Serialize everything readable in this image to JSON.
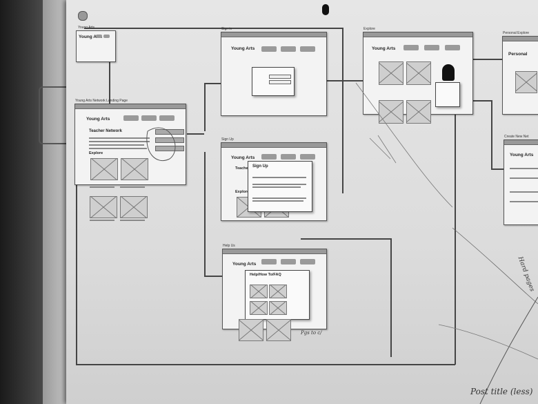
{
  "photo": {
    "subject": "Paper wireflow sketches pinned to a whiteboard",
    "colors": {
      "poster": "#e2e2e2",
      "ink": "#333333",
      "wall": "#1f1f1f"
    }
  },
  "screens": {
    "landing": {
      "caption": "Young Arts Network Landing Page",
      "logo": "Young Arts",
      "heading": "Teacher Network",
      "section": "Explore"
    },
    "signin": {
      "caption": "Sign in",
      "logo": "Young Arts"
    },
    "signup": {
      "caption": "Sign Up",
      "logo": "Young Arts",
      "heading": "Teacher",
      "section": "Explore",
      "dialog_title": "Sign Up"
    },
    "help": {
      "caption": "Help Us",
      "logo": "Young Arts",
      "dialog_title": "Help/How To/FAQ"
    },
    "user": {
      "caption": "Explore",
      "logo": "Young Arts"
    },
    "create": {
      "caption": "Create New Net",
      "logo": "Young Arts"
    },
    "personal": {
      "caption": "Personal Explore",
      "logo": "Personal"
    },
    "topleft": {
      "caption": "Young Arts",
      "logo": "Young Arts"
    }
  },
  "annotations": {
    "handwritten_note": "Post title (less)",
    "handwritten_side": "Hard pages",
    "label_pg": "Pgs to c/"
  }
}
